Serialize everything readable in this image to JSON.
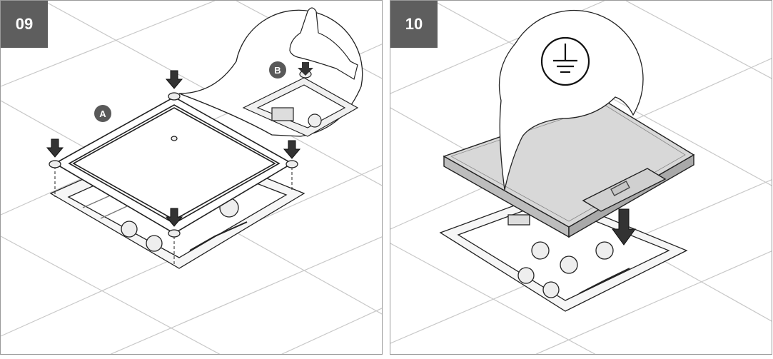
{
  "panels": [
    {
      "step": "09",
      "labels": {
        "a": "A",
        "b": "B"
      }
    },
    {
      "step": "10"
    }
  ],
  "colors": {
    "tag_background": "#5e5e5e",
    "line": "#222222",
    "grid_line": "#c8c8c8",
    "cover_fill": "#d8d8d8",
    "marker_fill": "#595959"
  },
  "icons": {
    "panel_09": [
      "press-down-arrow-icon",
      "finger-press-icon"
    ],
    "panel_10": [
      "ground-earth-symbol-icon",
      "press-down-arrow-icon"
    ]
  }
}
